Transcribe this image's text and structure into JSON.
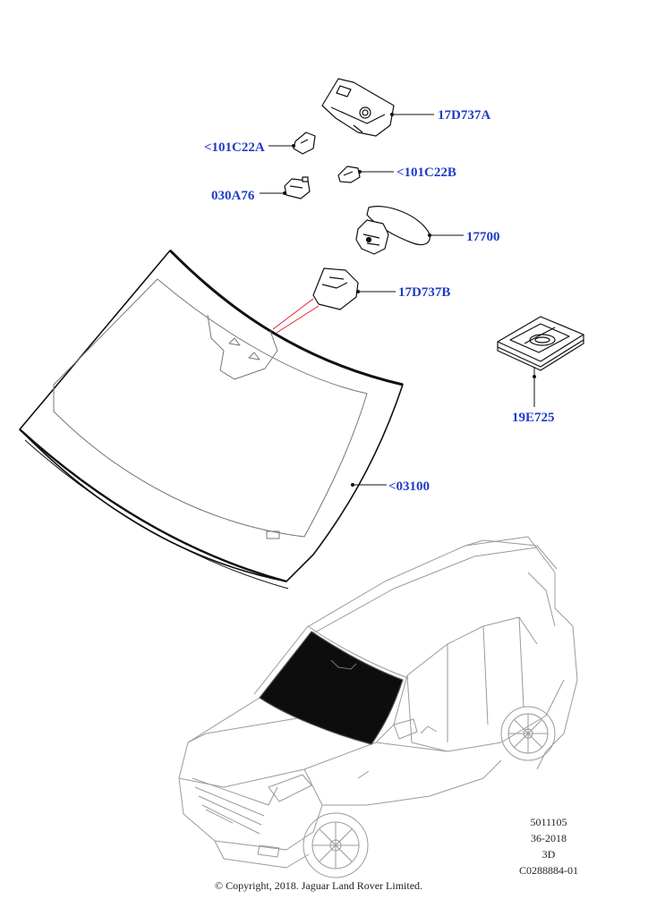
{
  "parts": {
    "p17d737a": "17D737A",
    "p101c22a": "<101C22A",
    "p101c22b": "<101C22B",
    "p030a76": "030A76",
    "p17700": "17700",
    "p17d737b": "17D737B",
    "p19e725": "19E725",
    "p03100": "<03100"
  },
  "reference": {
    "line1": "5011105",
    "line2": "36-2018",
    "line3": "3D",
    "line4": "C0288884-01"
  },
  "copyright": "© Copyright, 2018. Jaguar Land Rover Limited.",
  "colors": {
    "label": "#1e3cc8",
    "line": "#111111",
    "leader_red": "#e0202a",
    "car_outline": "#9a9a9a",
    "windscreen_fill": "#0d0d0d"
  }
}
